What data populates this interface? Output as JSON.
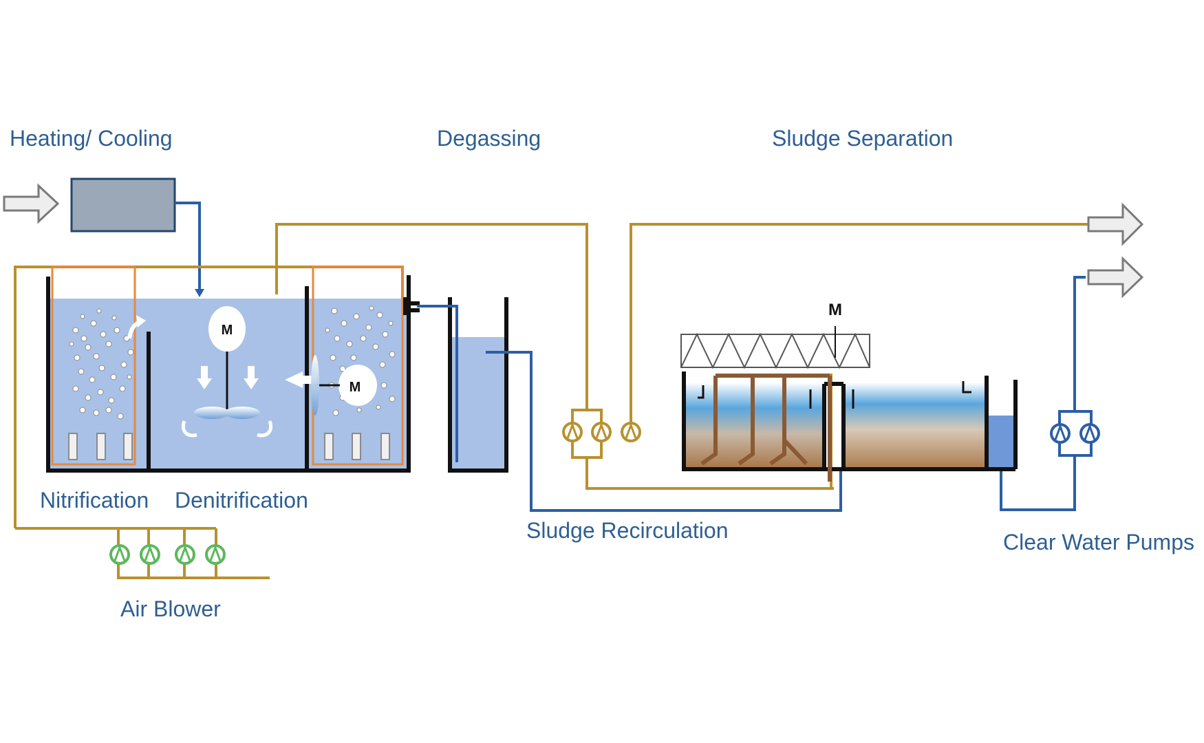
{
  "labels": {
    "heating_cooling": "Heating/ Cooling",
    "degassing": "Degassing",
    "sludge_separation": "Sludge Separation",
    "nitrification": "Nitrification",
    "denitrification": "Denitrification",
    "air_blower": "Air Blower",
    "sludge_recirculation": "Sludge Recirculation",
    "clear_water_pumps": "Clear Water Pumps"
  },
  "motors": {
    "denitrification_mixer": "M",
    "nitrification_mixer": "M",
    "clarifier_drive": "M"
  },
  "colors": {
    "label_text": "#2e5f93",
    "air_line": "#b8912e",
    "water_line": "#2b5ea6",
    "tank_water": "#a9c1e6",
    "heat_exchanger": "#9aa8b7",
    "diffuser_frame": "#e5893e",
    "blower_green": "#5cb85c",
    "sludge_brown": "#b58a5e"
  },
  "icons": [
    "inlet-arrow-icon",
    "outlet-arrow-icon",
    "motor-icon",
    "pump-icon",
    "blower-icon",
    "air-bubbles-icon",
    "diffuser-icon",
    "mixer-propeller-icon",
    "bridge-truss-icon"
  ]
}
